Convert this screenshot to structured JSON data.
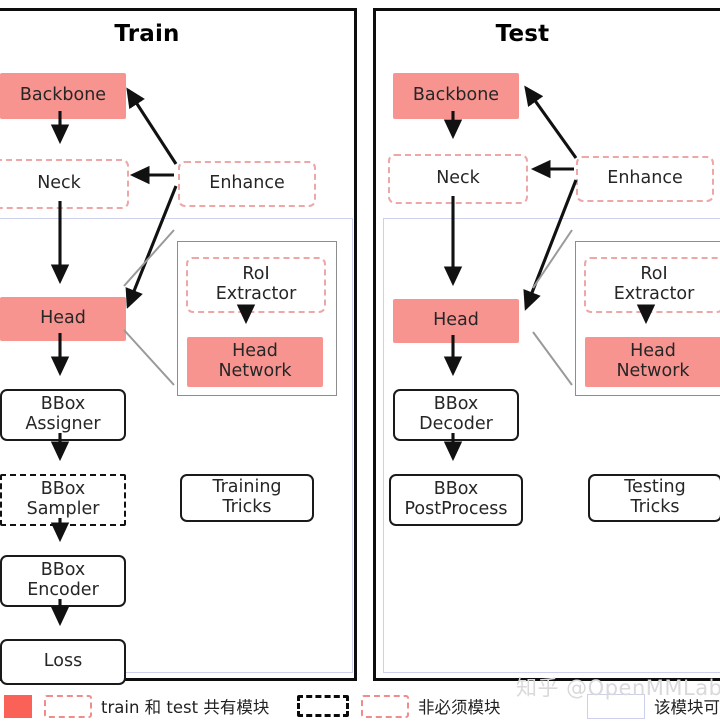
{
  "panels": [
    {
      "id": "train",
      "title": "Train",
      "nodes": [
        {
          "name": "backbone",
          "label": "Backbone",
          "style": "solid-pink"
        },
        {
          "name": "neck",
          "label": "Neck",
          "style": "dashed-pink"
        },
        {
          "name": "enhance",
          "label": "Enhance",
          "style": "dashed-pink"
        },
        {
          "name": "head",
          "label": "Head",
          "style": "solid-pink"
        },
        {
          "name": "roi-extractor",
          "label": "RoI\nExtractor",
          "style": "dashed-pink"
        },
        {
          "name": "head-network",
          "label": "Head\nNetwork",
          "style": "solid-pink"
        },
        {
          "name": "bbox-assigner",
          "label": "BBox\nAssigner",
          "style": "solid-black"
        },
        {
          "name": "bbox-sampler",
          "label": "BBox\nSampler",
          "style": "dashed-black"
        },
        {
          "name": "bbox-encoder",
          "label": "BBox\nEncoder",
          "style": "solid-black"
        },
        {
          "name": "loss",
          "label": "Loss",
          "style": "solid-black"
        },
        {
          "name": "tricks",
          "label": "Training\nTricks",
          "style": "solid-black"
        }
      ]
    },
    {
      "id": "test",
      "title": "Test",
      "nodes": [
        {
          "name": "backbone",
          "label": "Backbone",
          "style": "solid-pink"
        },
        {
          "name": "neck",
          "label": "Neck",
          "style": "dashed-pink"
        },
        {
          "name": "enhance",
          "label": "Enhance",
          "style": "dashed-pink"
        },
        {
          "name": "head",
          "label": "Head",
          "style": "solid-pink"
        },
        {
          "name": "roi-extractor",
          "label": "RoI\nExtractor",
          "style": "dashed-pink"
        },
        {
          "name": "head-network",
          "label": "Head\nNetwork",
          "style": "solid-pink"
        },
        {
          "name": "bbox-decoder",
          "label": "BBox\nDecoder",
          "style": "solid-black"
        },
        {
          "name": "bbox-postprocess",
          "label": "BBox\nPostProcess",
          "style": "solid-black"
        },
        {
          "name": "tricks",
          "label": "Testing\nTricks",
          "style": "solid-black"
        }
      ]
    }
  ],
  "legend": [
    {
      "name": "shared-modules",
      "text": "train 和 test 共有模块",
      "swatches": [
        "solid",
        "dashed-pink"
      ]
    },
    {
      "name": "optional-modules",
      "text": "非必须模块",
      "swatches": [
        "dashed-black",
        "dashed-pink"
      ]
    },
    {
      "name": "repeatable-module",
      "text": "该模块可重复n次",
      "swatches": [
        "lavender"
      ]
    }
  ],
  "watermark": "知乎 @OpenMMLab",
  "colors": {
    "pink_fill": "#f79490",
    "pink_dash": "#eda7a7",
    "legend_solid": "#fa6257",
    "lavender": "#ccd0ea",
    "gray_box": "#8d8d8d",
    "black": "#0d0d0d"
  }
}
